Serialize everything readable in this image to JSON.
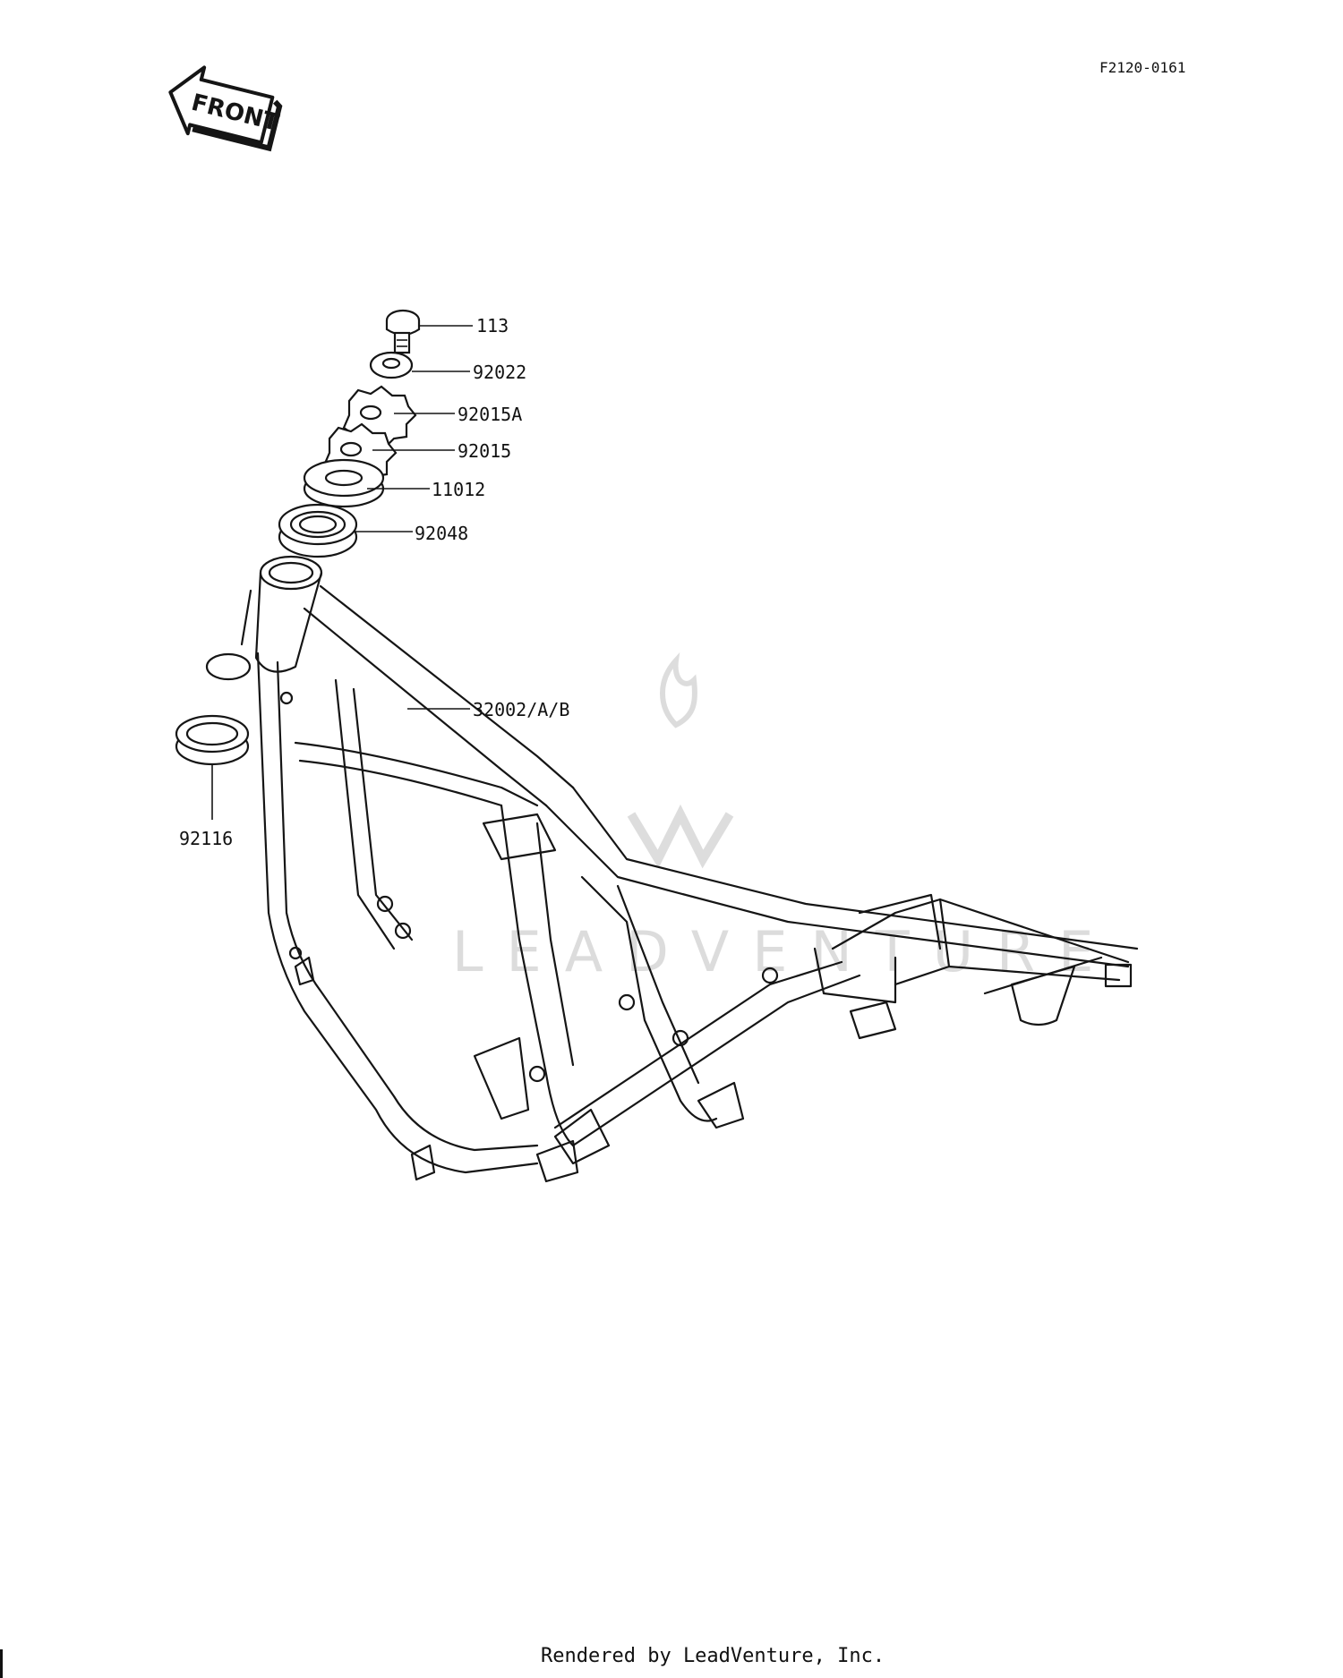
{
  "figure_code": "F2120-0161",
  "front_arrow_label": "FRONT",
  "watermark": "LEADVENTURE",
  "footer": "Rendered by LeadVenture, Inc.",
  "part_labels": {
    "p113": "113",
    "p92022": "92022",
    "p92015A": "92015A",
    "p92015": "92015",
    "p11012": "11012",
    "p92048": "92048",
    "p32002": "32002/A/B",
    "p92116": "92116"
  },
  "colors": {
    "line": "#151515",
    "watermark": "#d9d9d9",
    "background": "#ffffff"
  }
}
